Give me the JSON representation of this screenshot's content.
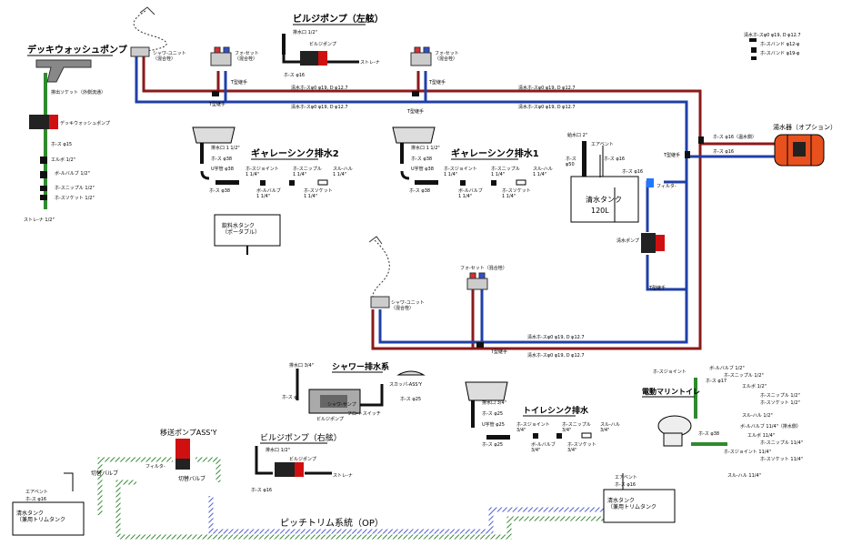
{
  "colors": {
    "hot": "#8b1a1a",
    "cold": "#1f3fa8",
    "drain": "#111111",
    "green": "#2e8b2e",
    "vent": "#3a8a3a",
    "heater": "#e8501e",
    "pump_red": "#d01010",
    "hatch_green": "#8fc48f",
    "hatch_blue": "#9ea8e8"
  },
  "titles": {
    "deck_wash": "デッキウォッシュポンプ",
    "bilge_left": "ビルジポンプ（左舷）",
    "bilge_right": "ビルジポンプ（右舷）",
    "galley2": "ギャレーシンク排水2",
    "galley1": "ギャレーシンク排水1",
    "shower_drain": "シャワー排水系",
    "toilet_drain": "トイレシンク排水",
    "marine_toilet": "電動マリントイレ",
    "transfer_pump": "移送ポンプASS'Y",
    "pitch_trim": "ピッチトリム系統（OP）",
    "heater": "湯水器（オプション）"
  },
  "deck": {
    "inlet_socket": "排出ソケット（外側流通）",
    "pump": "デッキウォッシュポンプ",
    "hose": "ホ-ス  φ15",
    "elbow": "エルボ  1/2\"",
    "ball_valve": "ボ-ルバルブ  1/2\"",
    "nipple": "ホ-スニップル  1/2\"",
    "socket": "ホ-スソケット  1/2\"",
    "strainer": "ストレ-ナ  1/2\""
  },
  "top": {
    "shower_unit": "シャワ-ユニット\n（混合栓）",
    "faucet_l": "フォ-セット\n（混合栓）",
    "faucet_r": "フォ-セット\n（混合栓）",
    "t_joint": "T型継手",
    "hose16": "ホ-ス  φ16",
    "drain_l": "排水口  1/2\"",
    "bilge_pump": "ビルジポンプ",
    "strainer": "ストレ-ナ",
    "pipe1": "清水ホ-スφ0 φ19, D φ12.7",
    "pipe2": "清水ホ-スφ0 φ19, D φ12.7",
    "pipe3": "清水ホ-スφ0 φ19, D φ12.7",
    "pipe4": "清水ホ-スφ0 φ19, D φ12.7"
  },
  "legend": {
    "a": "清水ホ-スφ0 φ19, D φ12.7",
    "b": "ホ-スバンド φ12-φ",
    "c": "ホ-スバンド φ19-φ"
  },
  "galley2": {
    "drain": "排水口 1 1/2\"",
    "hose38": "ホ-ス  φ38",
    "u_trap": "U字管  φ38",
    "joint": "ホ-スジョイント\n1 1/4\"",
    "nipple": "ホ-スニップル\n1 1/4\"",
    "thru": "スル-ハル\n1 1/4\"",
    "hose38b": "ホ-ス  φ38",
    "ball": "ボ-ルバルブ\n1 1/4\"",
    "socket": "ホ-スソケット\n1 1/4\""
  },
  "galley1": {
    "drain": "排水口 1 1/2\"",
    "hose38": "ホ-ス  φ38",
    "u_trap": "U字管  φ38",
    "joint": "ホ-スジョイント\n1 1/4\"",
    "nipple": "ホ-スニップル\n1 1/4\"",
    "thru": "スル-ハル\n1 1/4\"",
    "hose38b": "ホ-ス  φ38",
    "ball": "ボ-ルバルブ\n1 1/4\"",
    "socket": "ホ-スソケット\n1 1/4\""
  },
  "tank": {
    "fill": "給水口  2\"",
    "vent": "エアベント",
    "hose50": "ホ-ス\nφ50",
    "hose16": "ホ-ス  φ16",
    "hose16b": "ホ-ス  φ16",
    "name": "清水タンク",
    "capacity": "120L",
    "filter": "フィルタ-",
    "pump": "清水ポンプ",
    "t_joint": "T型継手",
    "t_joint2": "T型継手",
    "hose16_heater": "ホ-ス  φ16（温水側）",
    "hose16_heater2": "ホ-ス  φ16"
  },
  "portable": {
    "name": "飲料水タンク\n（ポータブル）"
  },
  "mid": {
    "shower_unit": "シャワ-ユニット\n（混合栓）",
    "faucet": "フォ-セット（混合栓）",
    "t_joint": "T型継手",
    "pipe_a": "清水ホ-スφ0 φ19, D φ12.7",
    "pipe_b": "清水ホ-スφ0 φ19, D φ12.7"
  },
  "shower": {
    "drain": "排水口  3/4\"",
    "scupper": "スカッパ-ASS'Y",
    "hose": "ホ-ス  φ",
    "hose25": "ホ-ス  φ25",
    "sump": "シャワ-サンプ",
    "bilge": "ビルジポンプ",
    "float": "フロ-トスイッチ"
  },
  "toilet": {
    "drain": "排水口  3/4\"",
    "hose25": "ホ-ス  φ25",
    "u_trap": "U字管  φ25",
    "joint": "ホ-スジョイント\n3/4\"",
    "nipple": "ホ-スニップル\n3/4\"",
    "thru": "スル-ハル\n3/4\"",
    "hose25b": "ホ-ス  φ25",
    "ball": "ボ-ルバルブ\n3/4\"",
    "socket": "ホ-スソケット\n3/4\""
  },
  "marine": {
    "joint": "ホ-スジョイント",
    "ball": "ボ-ルバルブ  1/2\"",
    "nipple": "ホ-スニップル  1/2\"",
    "hose17": "ホ-ス  φ17",
    "elbow": "エルボ  1/2\"",
    "nipple2": "ホ-スニップル  1/2\"",
    "socket2": "ホ-スソケット  1/2\"",
    "strainer": "スル-ハル  1/2\"",
    "hose38": "ホ-ス  φ38",
    "ball2": "ボ-ルバルブ  11/4\"（排水側）",
    "elbow2": "エルボ  11/4\"",
    "nipple3": "ホ-スニップル  11/4\"",
    "joint2": "ホ-スジョイント  11/4\"",
    "socket3": "ホ-スソケット  11/4\"",
    "thru": "スル-ハル  11/4\""
  },
  "bilge_r": {
    "drain": "排水口  1/2\"",
    "pump": "ビルジポンプ",
    "strainer": "ストレ-ナ",
    "hose": "ホ-ス  φ16"
  },
  "transfer": {
    "valve_l": "切替バルブ",
    "valve_r": "切替バルブ",
    "filter": "フィルタ-"
  },
  "trim_l": {
    "vent": "エアベント",
    "hose": "ホ-ス  φ16",
    "name": "清水タンク\n（兼用トリムタンク"
  },
  "trim_r": {
    "vent": "エアベント",
    "hose": "ホ-ス  φ16",
    "name": "清水タンク\n（兼用トリムタンク"
  }
}
